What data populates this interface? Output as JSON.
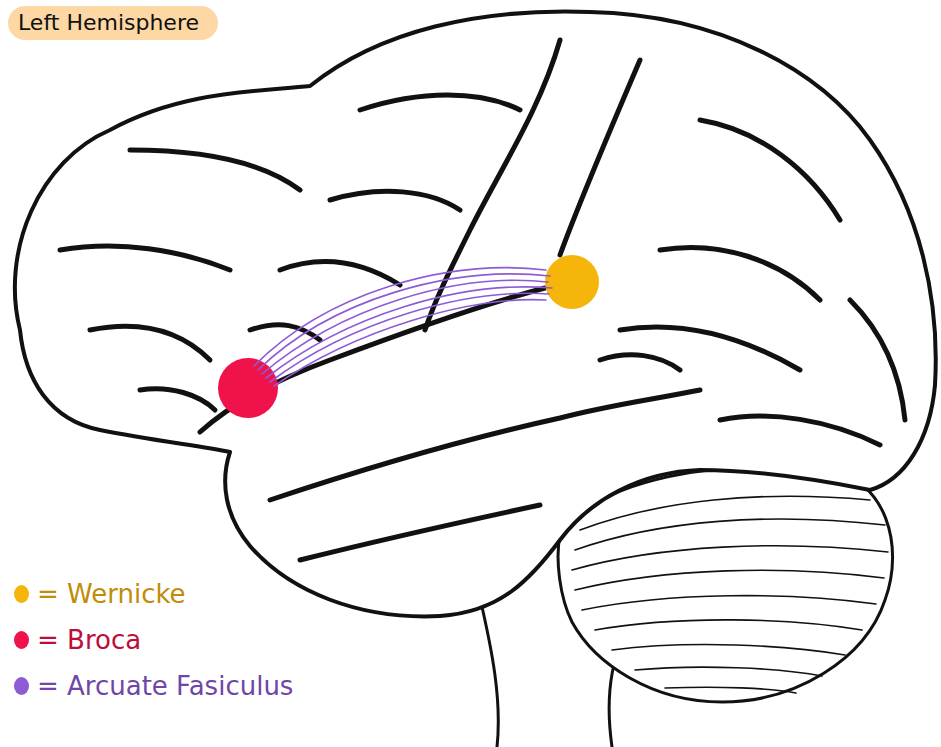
{
  "diagram": {
    "labels": [
      "Left Hemisphere"
    ],
    "legend": [
      {
        "text": "= Wernicke",
        "color": "#f5b50a"
      },
      {
        "text": "= Broca",
        "color": "#f0124b"
      },
      {
        "text": "= Arcuate Fasiculus",
        "color": "#8f5ad6"
      }
    ]
  }
}
